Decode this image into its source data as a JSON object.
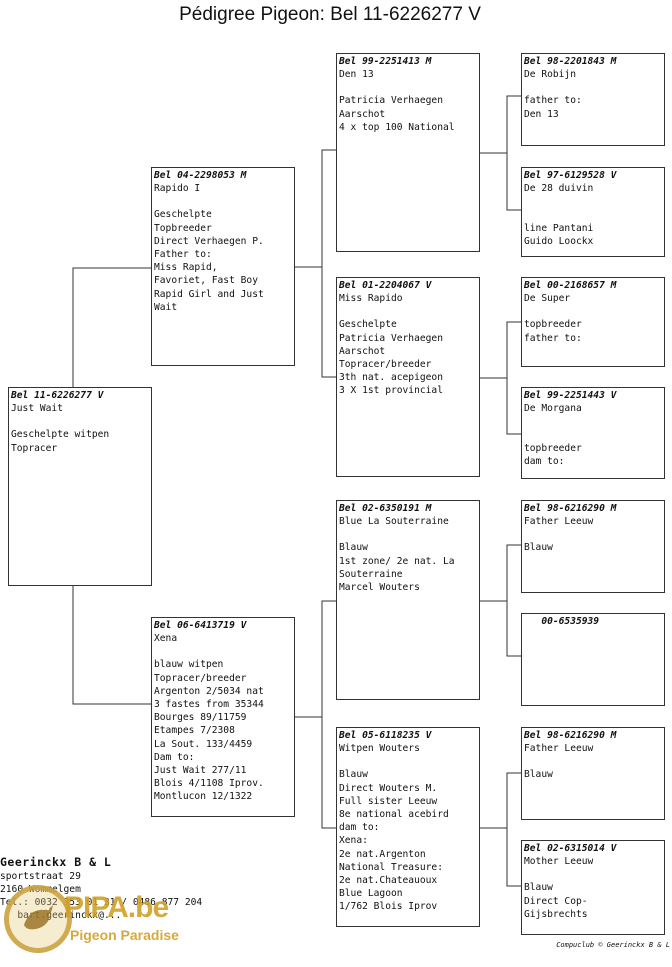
{
  "title": "Pédigree Pigeon: Bel 11-6226277 V",
  "pigeons": {
    "subject": {
      "ring": "Bel 11-6226277 V",
      "name": "Just Wait",
      "info": "Geschelpte witpen\nTopracer"
    },
    "sire": {
      "ring": "Bel 04-2298053 M",
      "name": "Rapido I",
      "info": "Geschelpte\nTopbreeder\nDirect Verhaegen P.\nFather to:\nMiss Rapid,\nFavoriet, Fast Boy\nRapid Girl and Just\nWait"
    },
    "dam": {
      "ring": "Bel 06-6413719 V",
      "name": "Xena",
      "info": "blauw witpen\nTopracer/breeder\nArgenton 2/5034 nat\n3 fastes from 35344\nBourges 89/11759\nEtampes 7/2308\nLa Sout. 133/4459\nDam to:\nJust Wait 277/11\nBlois 4/1108 Iprov.\nMontlucon 12/1322"
    },
    "ss": {
      "ring": "Bel 99-2251413 M",
      "name": "Den 13",
      "info": "Patricia Verhaegen\nAarschot\n4 x top 100 National"
    },
    "sd": {
      "ring": "Bel 01-2204067 V",
      "name": "Miss Rapido",
      "info": "Geschelpte\nPatricia Verhaegen\nAarschot\nTopracer/breeder\n3th nat. acepigeon\n3 X 1st provincial"
    },
    "ds": {
      "ring": "Bel 02-6350191 M",
      "name": "Blue La Souterraine",
      "info": "Blauw\n1st zone/ 2e nat. La\nSouterraine\nMarcel Wouters"
    },
    "dd": {
      "ring": "Bel 05-6118235 V",
      "name": "Witpen Wouters",
      "info": "Blauw\nDirect Wouters M.\nFull sister Leeuw\n8e national acebird\ndam to:\nXena:\n2e nat.Argenton\nNational Treasure:\n2e nat.Chateauoux\nBlue Lagoon\n1/762 Blois Iprov"
    },
    "sss": {
      "ring": "Bel 98-2201843 M",
      "name": "De Robijn",
      "info": "father to:\nDen 13"
    },
    "ssd": {
      "ring": "Bel 97-6129528 V",
      "name": "De 28 duivin",
      "info": "\n\nline Pantani\nGuido Loockx"
    },
    "sds": {
      "ring": "Bel 00-2168657 M",
      "name": "De Super",
      "info": "topbreeder\nfather to:"
    },
    "sdd": {
      "ring": "Bel 99-2251443 V",
      "name": "De Morgana",
      "info": "\ntopbreeder\ndam to:"
    },
    "dss": {
      "ring": "Bel 98-6216290 M",
      "name": "Father Leeuw",
      "info": "Blauw"
    },
    "dsd": {
      "ring": "   00-6535939",
      "name": "",
      "info": ""
    },
    "dds": {
      "ring": "Bel 98-6216290 M",
      "name": "Father Leeuw",
      "info": "Blauw"
    },
    "ddd": {
      "ring": "Bel 02-6315014 V",
      "name": "Mother Leeuw",
      "info": "Blauw\nDirect Cop-\nGijsbrechts"
    }
  },
  "breeder": {
    "name": "Geerinckx B & L",
    "lines": [
      "sportstraat 29",
      "2160 Wommelgem",
      "Tel.: 0032 353 01 31 / 0486 877 204",
      "   bart.geerinckx@..."
    ]
  },
  "logo": {
    "brand": "PIPA.be",
    "tagline": "Pigeon Paradise"
  },
  "footer": "Compuclub © Geerinckx B & L"
}
